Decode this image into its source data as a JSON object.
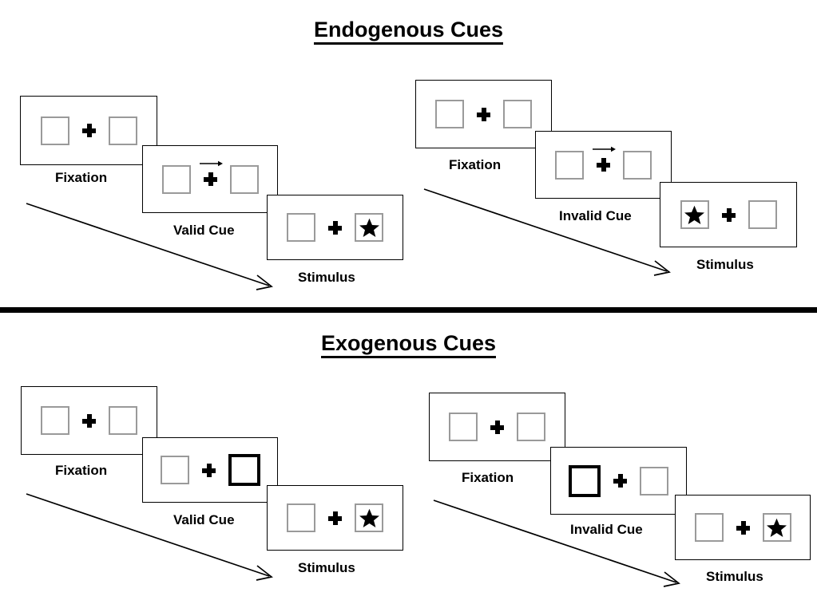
{
  "sections": [
    {
      "id": "endogenous",
      "title": "Endogenous Cues",
      "columns": [
        {
          "id": "endogenous-valid",
          "panels": [
            {
              "caption": "Fixation",
              "left_content": "empty-box",
              "right_content": "empty-box",
              "center_cue": "none"
            },
            {
              "caption": "Valid Cue",
              "left_content": "empty-box",
              "right_content": "empty-box",
              "center_cue": "arrow-right"
            },
            {
              "caption": "Stimulus",
              "left_content": "empty-box",
              "right_content": "star-box",
              "center_cue": "none"
            }
          ]
        },
        {
          "id": "endogenous-invalid",
          "panels": [
            {
              "caption": "Fixation",
              "left_content": "empty-box",
              "right_content": "empty-box",
              "center_cue": "none"
            },
            {
              "caption": "Invalid Cue",
              "left_content": "empty-box",
              "right_content": "empty-box",
              "center_cue": "arrow-right"
            },
            {
              "caption": "Stimulus",
              "left_content": "star-box",
              "right_content": "empty-box",
              "center_cue": "none"
            }
          ]
        }
      ]
    },
    {
      "id": "exogenous",
      "title": "Exogenous Cues",
      "columns": [
        {
          "id": "exogenous-valid",
          "panels": [
            {
              "caption": "Fixation",
              "left_content": "empty-box",
              "right_content": "empty-box",
              "center_cue": "none"
            },
            {
              "caption": "Valid Cue",
              "left_content": "empty-box",
              "right_content": "highlight-box",
              "center_cue": "none"
            },
            {
              "caption": "Stimulus",
              "left_content": "empty-box",
              "right_content": "star-box",
              "center_cue": "none"
            }
          ]
        },
        {
          "id": "exogenous-invalid",
          "panels": [
            {
              "caption": "Fixation",
              "left_content": "empty-box",
              "right_content": "empty-box",
              "center_cue": "none"
            },
            {
              "caption": "Invalid Cue",
              "left_content": "highlight-box",
              "right_content": "empty-box",
              "center_cue": "none"
            },
            {
              "caption": "Stimulus",
              "left_content": "empty-box",
              "right_content": "star-box",
              "center_cue": "none"
            }
          ]
        }
      ]
    }
  ],
  "icons": {
    "fixation_cross": "plus-icon",
    "arrow_cue": "arrow-right-icon",
    "target": "star-icon",
    "time_flow": "time-arrow-icon"
  },
  "colors": {
    "panel_border": "#000000",
    "box_border": "#9a9a9a",
    "cued_box_border": "#000000",
    "ink": "#000000",
    "background": "#ffffff"
  }
}
